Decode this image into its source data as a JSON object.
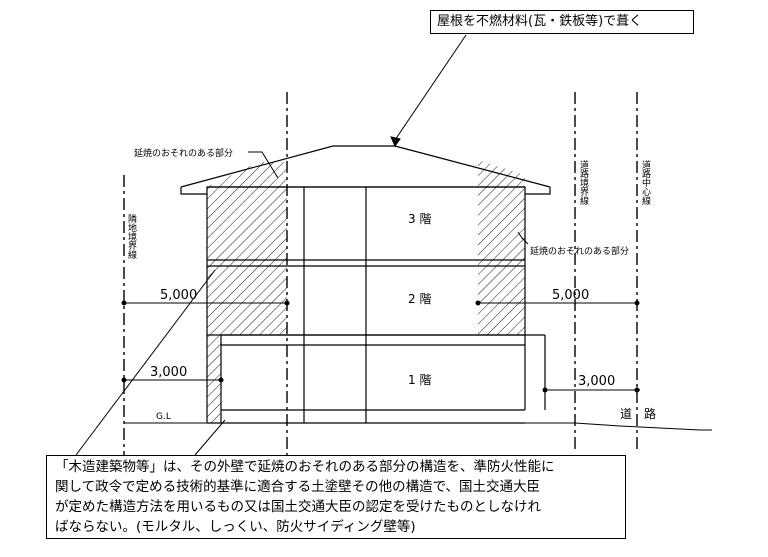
{
  "roof_note": "屋根を不燃材料(瓦・鉄板等)で葺く",
  "fire_spread_label_left": "延焼のおそれのある部分",
  "fire_spread_label_right": "延焼のおそれのある部分",
  "road_boundary_line": "道路境界線",
  "road_center_line": "道路中心線",
  "adjacent_boundary_line": "隣地境界線",
  "floors": {
    "f3": "3 階",
    "f2": "2 階",
    "f1": "1 階"
  },
  "dimensions": {
    "left_upper": "5,000",
    "left_lower": "3,000",
    "right_upper": "5,000",
    "right_lower": "3,000"
  },
  "ground_level": "G.L",
  "road": "道　路",
  "regulation_note": [
    "「木造建築物等」は、その外壁で延焼のおそれのある部分の構造を、準防火性能に",
    "関して政令で定める技術的基準に適合する土塗壁その他の構造で、国土交通大臣",
    "が定めた構造方法を用いるもの又は国土交通大臣の認定を受けたものとしなけれ",
    "ばならない。(モルタル、しっくい、防火サイディング壁等)"
  ]
}
